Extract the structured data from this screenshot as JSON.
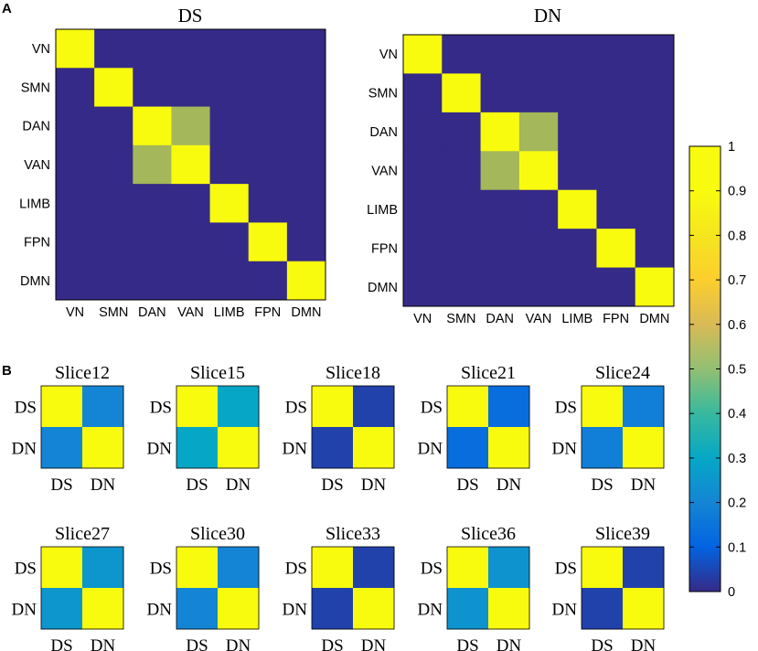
{
  "panel_labels": {
    "a": "A",
    "b": "B"
  },
  "colors": {
    "frame": "#000000",
    "colormap": "parula",
    "colormap_stops": [
      [
        0.0,
        "#352a87"
      ],
      [
        0.1,
        "#0363e1"
      ],
      [
        0.2,
        "#1485d4"
      ],
      [
        0.3,
        "#06a7c6"
      ],
      [
        0.4,
        "#38b99e"
      ],
      [
        0.5,
        "#92bf73"
      ],
      [
        0.6,
        "#d9ba56"
      ],
      [
        0.7,
        "#fcce2e"
      ],
      [
        0.8,
        "#f5e51f"
      ],
      [
        0.9,
        "#f9fb0e"
      ],
      [
        1.0,
        "#f9fb0e"
      ]
    ],
    "matrix_cells": {
      "one": "#f9fb0e",
      "dan_van": "#a4b75a",
      "zero": "#352a87"
    }
  },
  "chart_data": [
    {
      "type": "heatmap",
      "title": "DS",
      "x_labels": [
        "VN",
        "SMN",
        "DAN",
        "VAN",
        "LIMB",
        "FPN",
        "DMN"
      ],
      "y_labels": [
        "VN",
        "SMN",
        "DAN",
        "VAN",
        "LIMB",
        "FPN",
        "DMN"
      ],
      "values": [
        [
          1,
          0,
          0,
          0,
          0,
          0,
          0
        ],
        [
          0,
          1,
          0,
          0,
          0,
          0,
          0
        ],
        [
          0,
          0,
          1,
          0.62,
          0,
          0,
          0
        ],
        [
          0,
          0,
          0.62,
          1,
          0,
          0,
          0
        ],
        [
          0,
          0,
          0,
          0,
          1,
          0,
          0
        ],
        [
          0,
          0,
          0,
          0,
          0,
          1,
          0
        ],
        [
          0,
          0,
          0,
          0,
          0,
          0,
          1
        ]
      ]
    },
    {
      "type": "heatmap",
      "title": "DN",
      "x_labels": [
        "VN",
        "SMN",
        "DAN",
        "VAN",
        "LIMB",
        "FPN",
        "DMN"
      ],
      "y_labels": [
        "VN",
        "SMN",
        "DAN",
        "VAN",
        "LIMB",
        "FPN",
        "DMN"
      ],
      "values": [
        [
          1,
          0,
          0,
          0,
          0,
          0,
          0
        ],
        [
          0,
          1,
          0,
          0,
          0,
          0,
          0
        ],
        [
          0,
          0,
          1,
          0.62,
          0,
          0,
          0
        ],
        [
          0,
          0,
          0.62,
          1,
          0,
          0,
          0
        ],
        [
          0,
          0,
          0,
          0,
          1,
          0,
          0
        ],
        [
          0,
          0,
          0,
          0,
          0,
          1,
          0
        ],
        [
          0,
          0,
          0,
          0,
          0,
          0,
          1
        ]
      ]
    },
    {
      "type": "heatmap",
      "subplots": [
        {
          "title": "Slice12",
          "x_labels": [
            "DS",
            "DN"
          ],
          "y_labels": [
            "DS",
            "DN"
          ],
          "values": [
            [
              1,
              0.2
            ],
            [
              0.2,
              1
            ]
          ]
        },
        {
          "title": "Slice15",
          "x_labels": [
            "DS",
            "DN"
          ],
          "y_labels": [
            "DS",
            "DN"
          ],
          "values": [
            [
              1,
              0.3
            ],
            [
              0.3,
              1
            ]
          ]
        },
        {
          "title": "Slice18",
          "x_labels": [
            "DS",
            "DN"
          ],
          "y_labels": [
            "DS",
            "DN"
          ],
          "values": [
            [
              1,
              0.04
            ],
            [
              0.04,
              1
            ]
          ]
        },
        {
          "title": "Slice21",
          "x_labels": [
            "DS",
            "DN"
          ],
          "y_labels": [
            "DS",
            "DN"
          ],
          "values": [
            [
              1,
              0.13
            ],
            [
              0.13,
              1
            ]
          ]
        },
        {
          "title": "Slice24",
          "x_labels": [
            "DS",
            "DN"
          ],
          "y_labels": [
            "DS",
            "DN"
          ],
          "values": [
            [
              1,
              0.18
            ],
            [
              0.18,
              1
            ]
          ]
        },
        {
          "title": "Slice27",
          "x_labels": [
            "DS",
            "DN"
          ],
          "y_labels": [
            "DS",
            "DN"
          ],
          "values": [
            [
              1,
              0.25
            ],
            [
              0.25,
              1
            ]
          ]
        },
        {
          "title": "Slice30",
          "x_labels": [
            "DS",
            "DN"
          ],
          "y_labels": [
            "DS",
            "DN"
          ],
          "values": [
            [
              1,
              0.2
            ],
            [
              0.2,
              1
            ]
          ]
        },
        {
          "title": "Slice33",
          "x_labels": [
            "DS",
            "DN"
          ],
          "y_labels": [
            "DS",
            "DN"
          ],
          "values": [
            [
              1,
              0.04
            ],
            [
              0.04,
              1
            ]
          ]
        },
        {
          "title": "Slice36",
          "x_labels": [
            "DS",
            "DN"
          ],
          "y_labels": [
            "DS",
            "DN"
          ],
          "values": [
            [
              1,
              0.24
            ],
            [
              0.24,
              1
            ]
          ]
        },
        {
          "title": "Slice39",
          "x_labels": [
            "DS",
            "DN"
          ],
          "y_labels": [
            "DS",
            "DN"
          ],
          "values": [
            [
              1,
              0.04
            ],
            [
              0.04,
              1
            ]
          ]
        }
      ]
    },
    {
      "type": "colorbar",
      "ticks": [
        "0",
        "0.1",
        "0.2",
        "0.3",
        "0.4",
        "0.5",
        "0.6",
        "0.7",
        "0.8",
        "0.9",
        "1"
      ],
      "range": [
        0,
        1
      ]
    }
  ]
}
